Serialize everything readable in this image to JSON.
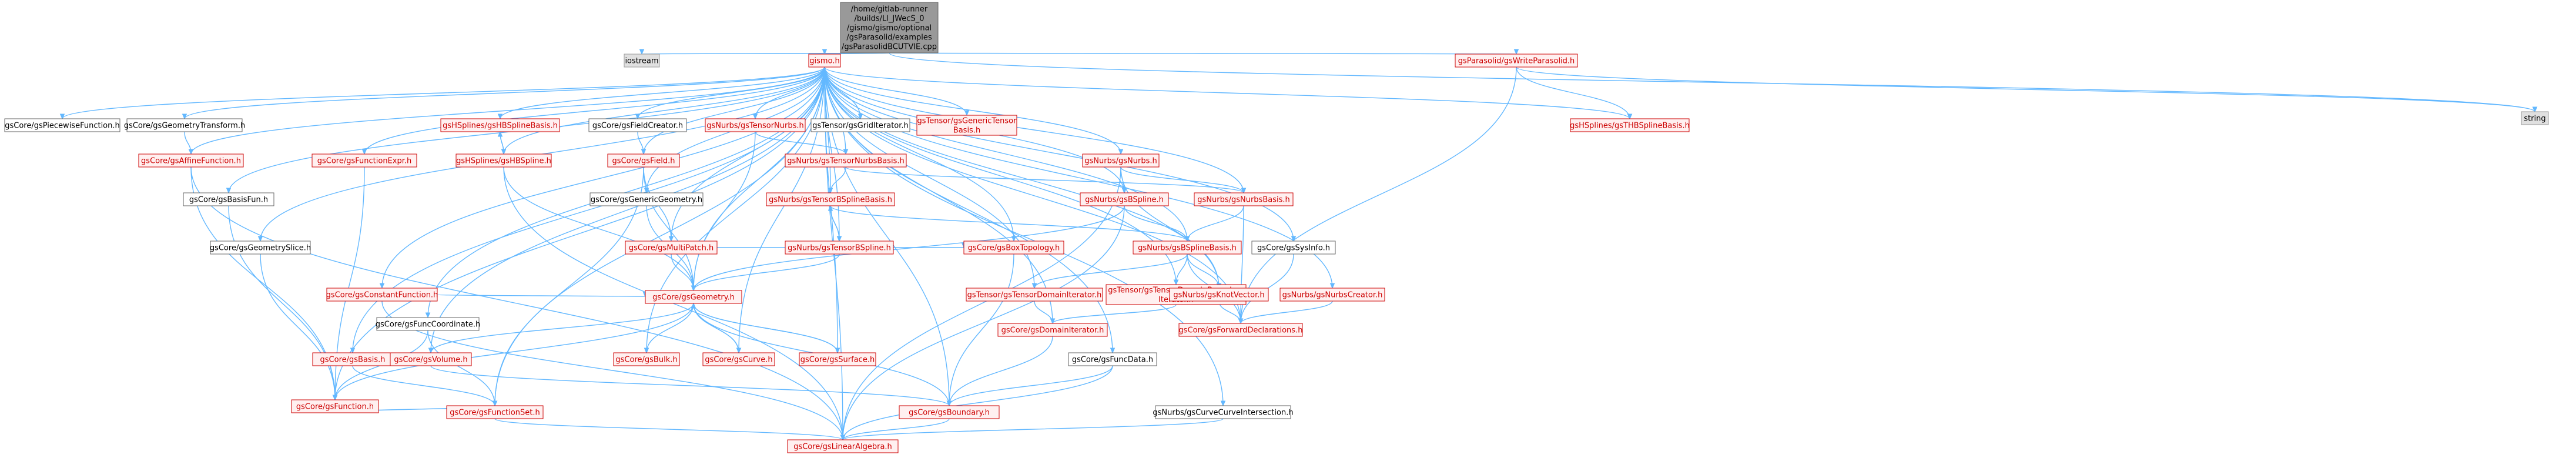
{
  "colors": {
    "root_fill": "#999999",
    "root_stroke": "#666666",
    "plain_fill": "#ffffff",
    "plain_stroke": "#666666",
    "red_fill": "#fff0f0",
    "red_stroke": "#cc0000",
    "red_text": "#cc0000",
    "gray_fill": "#e0e0e0",
    "gray_stroke": "#999999",
    "edge": "#63b8ff",
    "text": "#000000"
  },
  "nodes": [
    {
      "id": "root",
      "lines": [
        "/home/gitlab-runner",
        "/builds/Ll_JWecS_0",
        "/gismo/gismo/optional",
        "/gsParasolid/examples",
        "/gsParasolidBCUTVIE.cpp"
      ],
      "style": "root"
    },
    {
      "id": "iostream",
      "lines": [
        "iostream"
      ],
      "style": "gray"
    },
    {
      "id": "gismo",
      "lines": [
        "gismo.h"
      ],
      "style": "red"
    },
    {
      "id": "writepara",
      "lines": [
        "gsParasolid/gsWriteParasolid.h"
      ],
      "style": "red"
    },
    {
      "id": "string",
      "lines": [
        "string"
      ],
      "style": "gray"
    },
    {
      "id": "piecewise",
      "lines": [
        "gsCore/gsPiecewiseFunction.h"
      ],
      "style": "plain"
    },
    {
      "id": "geomtrans",
      "lines": [
        "gsCore/gsGeometryTransform.h"
      ],
      "style": "plain"
    },
    {
      "id": "affine",
      "lines": [
        "gsCore/gsAffineFunction.h"
      ],
      "style": "red"
    },
    {
      "id": "basisfun",
      "lines": [
        "gsCore/gsBasisFun.h"
      ],
      "style": "plain"
    },
    {
      "id": "geomslice",
      "lines": [
        "gsCore/gsGeometrySlice.h"
      ],
      "style": "plain"
    },
    {
      "id": "funcexpr",
      "lines": [
        "gsCore/gsFunctionExpr.h"
      ],
      "style": "red"
    },
    {
      "id": "constfunc",
      "lines": [
        "gsCore/gsConstantFunction.h"
      ],
      "style": "red"
    },
    {
      "id": "funccoord",
      "lines": [
        "gsCore/gsFuncCoordinate.h"
      ],
      "style": "plain"
    },
    {
      "id": "hbasis",
      "lines": [
        "gsHSplines/gsHBSplineBasis.h"
      ],
      "style": "red"
    },
    {
      "id": "hbspline",
      "lines": [
        "gsHSplines/gsHBSpline.h"
      ],
      "style": "red"
    },
    {
      "id": "fieldcreator",
      "lines": [
        "gsCore/gsFieldCreator.h"
      ],
      "style": "plain"
    },
    {
      "id": "field",
      "lines": [
        "gsCore/gsField.h"
      ],
      "style": "red"
    },
    {
      "id": "genericgeom",
      "lines": [
        "gsCore/gsGenericGeometry.h"
      ],
      "style": "plain"
    },
    {
      "id": "multipatch",
      "lines": [
        "gsCore/gsMultiPatch.h"
      ],
      "style": "red"
    },
    {
      "id": "tensornurbs",
      "lines": [
        "gsNurbs/gsTensorNurbs.h"
      ],
      "style": "red"
    },
    {
      "id": "griditer",
      "lines": [
        "gsTensor/gsGridIterator.h"
      ],
      "style": "plain"
    },
    {
      "id": "generictensorbasis",
      "lines": [
        "gsTensor/gsGenericTensor",
        "Basis.h"
      ],
      "style": "red"
    },
    {
      "id": "tensornurbsbasis",
      "lines": [
        "gsNurbs/gsTensorNurbsBasis.h"
      ],
      "style": "red"
    },
    {
      "id": "tensorbsplinebasis",
      "lines": [
        "gsNurbs/gsTensorBSplineBasis.h"
      ],
      "style": "red"
    },
    {
      "id": "tensorbspline",
      "lines": [
        "gsNurbs/gsTensorBSpline.h"
      ],
      "style": "red"
    },
    {
      "id": "boxtopo",
      "lines": [
        "gsCore/gsBoxTopology.h"
      ],
      "style": "red"
    },
    {
      "id": "geometry",
      "lines": [
        "gsCore/gsGeometry.h"
      ],
      "style": "red"
    },
    {
      "id": "nurbs",
      "lines": [
        "gsNurbs/gsNurbs.h"
      ],
      "style": "red"
    },
    {
      "id": "bspline",
      "lines": [
        "gsNurbs/gsBSpline.h"
      ],
      "style": "red"
    },
    {
      "id": "nurbsbasis",
      "lines": [
        "gsNurbs/gsNurbsBasis.h"
      ],
      "style": "red"
    },
    {
      "id": "bsplinebasis",
      "lines": [
        "gsNurbs/gsBSplineBasis.h"
      ],
      "style": "red"
    },
    {
      "id": "tdomiter",
      "lines": [
        "gsTensor/gsTensorDomainIterator.h"
      ],
      "style": "red"
    },
    {
      "id": "tdomboundary",
      "lines": [
        "gsTensor/gsTensorDomainBoundary",
        "Iterator.h"
      ],
      "style": "red"
    },
    {
      "id": "knotvector",
      "lines": [
        "gsNurbs/gsKnotVector.h"
      ],
      "style": "red"
    },
    {
      "id": "sysinfo",
      "lines": [
        "gsCore/gsSysInfo.h"
      ],
      "style": "plain"
    },
    {
      "id": "nurbscreator",
      "lines": [
        "gsNurbs/gsNurbsCreator.h"
      ],
      "style": "red"
    },
    {
      "id": "thb",
      "lines": [
        "gsHSplines/gsTHBSplineBasis.h"
      ],
      "style": "red"
    },
    {
      "id": "funcdata",
      "lines": [
        "gsCore/gsFuncData.h"
      ],
      "style": "plain"
    },
    {
      "id": "curveinter",
      "lines": [
        "gsNurbs/gsCurveCurveIntersection.h"
      ],
      "style": "plain"
    },
    {
      "id": "fwddecl",
      "lines": [
        "gsCore/gsForwardDeclarations.h"
      ],
      "style": "red"
    },
    {
      "id": "domiter",
      "lines": [
        "gsCore/gsDomainIterator.h"
      ],
      "style": "red"
    },
    {
      "id": "basis",
      "lines": [
        "gsCore/gsBasis.h"
      ],
      "style": "red"
    },
    {
      "id": "volume",
      "lines": [
        "gsCore/gsVolume.h"
      ],
      "style": "red"
    },
    {
      "id": "bulk",
      "lines": [
        "gsCore/gsBulk.h"
      ],
      "style": "red"
    },
    {
      "id": "curve",
      "lines": [
        "gsCore/gsCurve.h"
      ],
      "style": "red"
    },
    {
      "id": "surface",
      "lines": [
        "gsCore/gsSurface.h"
      ],
      "style": "red"
    },
    {
      "id": "function",
      "lines": [
        "gsCore/gsFunction.h"
      ],
      "style": "red"
    },
    {
      "id": "funcset",
      "lines": [
        "gsCore/gsFunctionSet.h"
      ],
      "style": "red"
    },
    {
      "id": "boundary",
      "lines": [
        "gsCore/gsBoundary.h"
      ],
      "style": "red"
    },
    {
      "id": "linalg",
      "lines": [
        "gsCore/gsLinearAlgebra.h"
      ],
      "style": "red"
    }
  ]
}
